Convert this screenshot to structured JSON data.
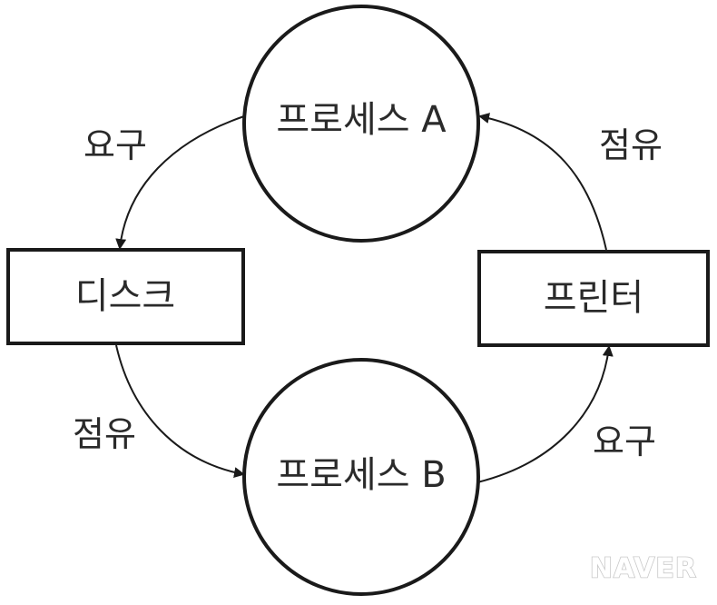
{
  "nodes": {
    "process_a": {
      "label": "프로세스 A"
    },
    "process_b": {
      "label": "프로세스 B"
    },
    "disk": {
      "label": "디스크"
    },
    "printer": {
      "label": "프린터"
    }
  },
  "edges": {
    "process_a_to_disk": {
      "label": "요구"
    },
    "disk_to_process_b": {
      "label": "점유"
    },
    "process_b_to_printer": {
      "label": "요구"
    },
    "printer_to_process_a": {
      "label": "점유"
    }
  },
  "watermark": {
    "text": "NAVER"
  },
  "colors": {
    "stroke": "#1a1a1a",
    "text": "#2a2a2a",
    "background": "#ffffff"
  }
}
